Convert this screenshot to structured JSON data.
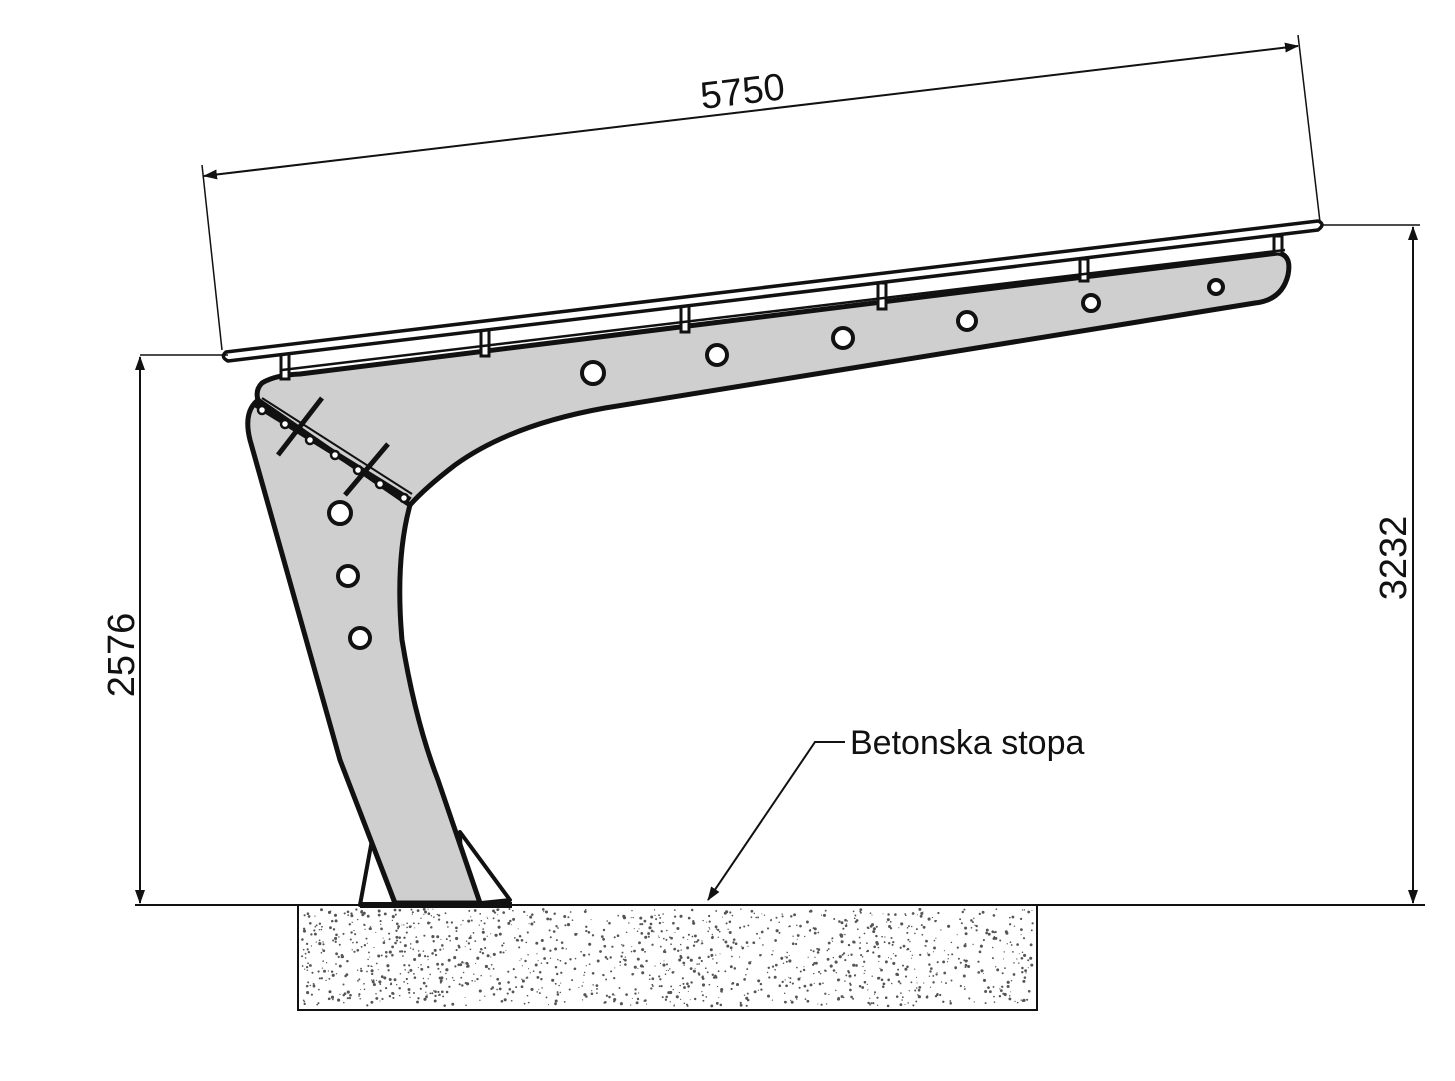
{
  "dimensions": {
    "roof_length": "5750",
    "low_height": "2576",
    "high_height": "3232"
  },
  "labels": {
    "foundation": "Betonska stopa"
  },
  "colors": {
    "line": "#111111",
    "structure_fill": "#cfcfcf",
    "background": "#ffffff",
    "concrete_speckle": "#555555"
  }
}
